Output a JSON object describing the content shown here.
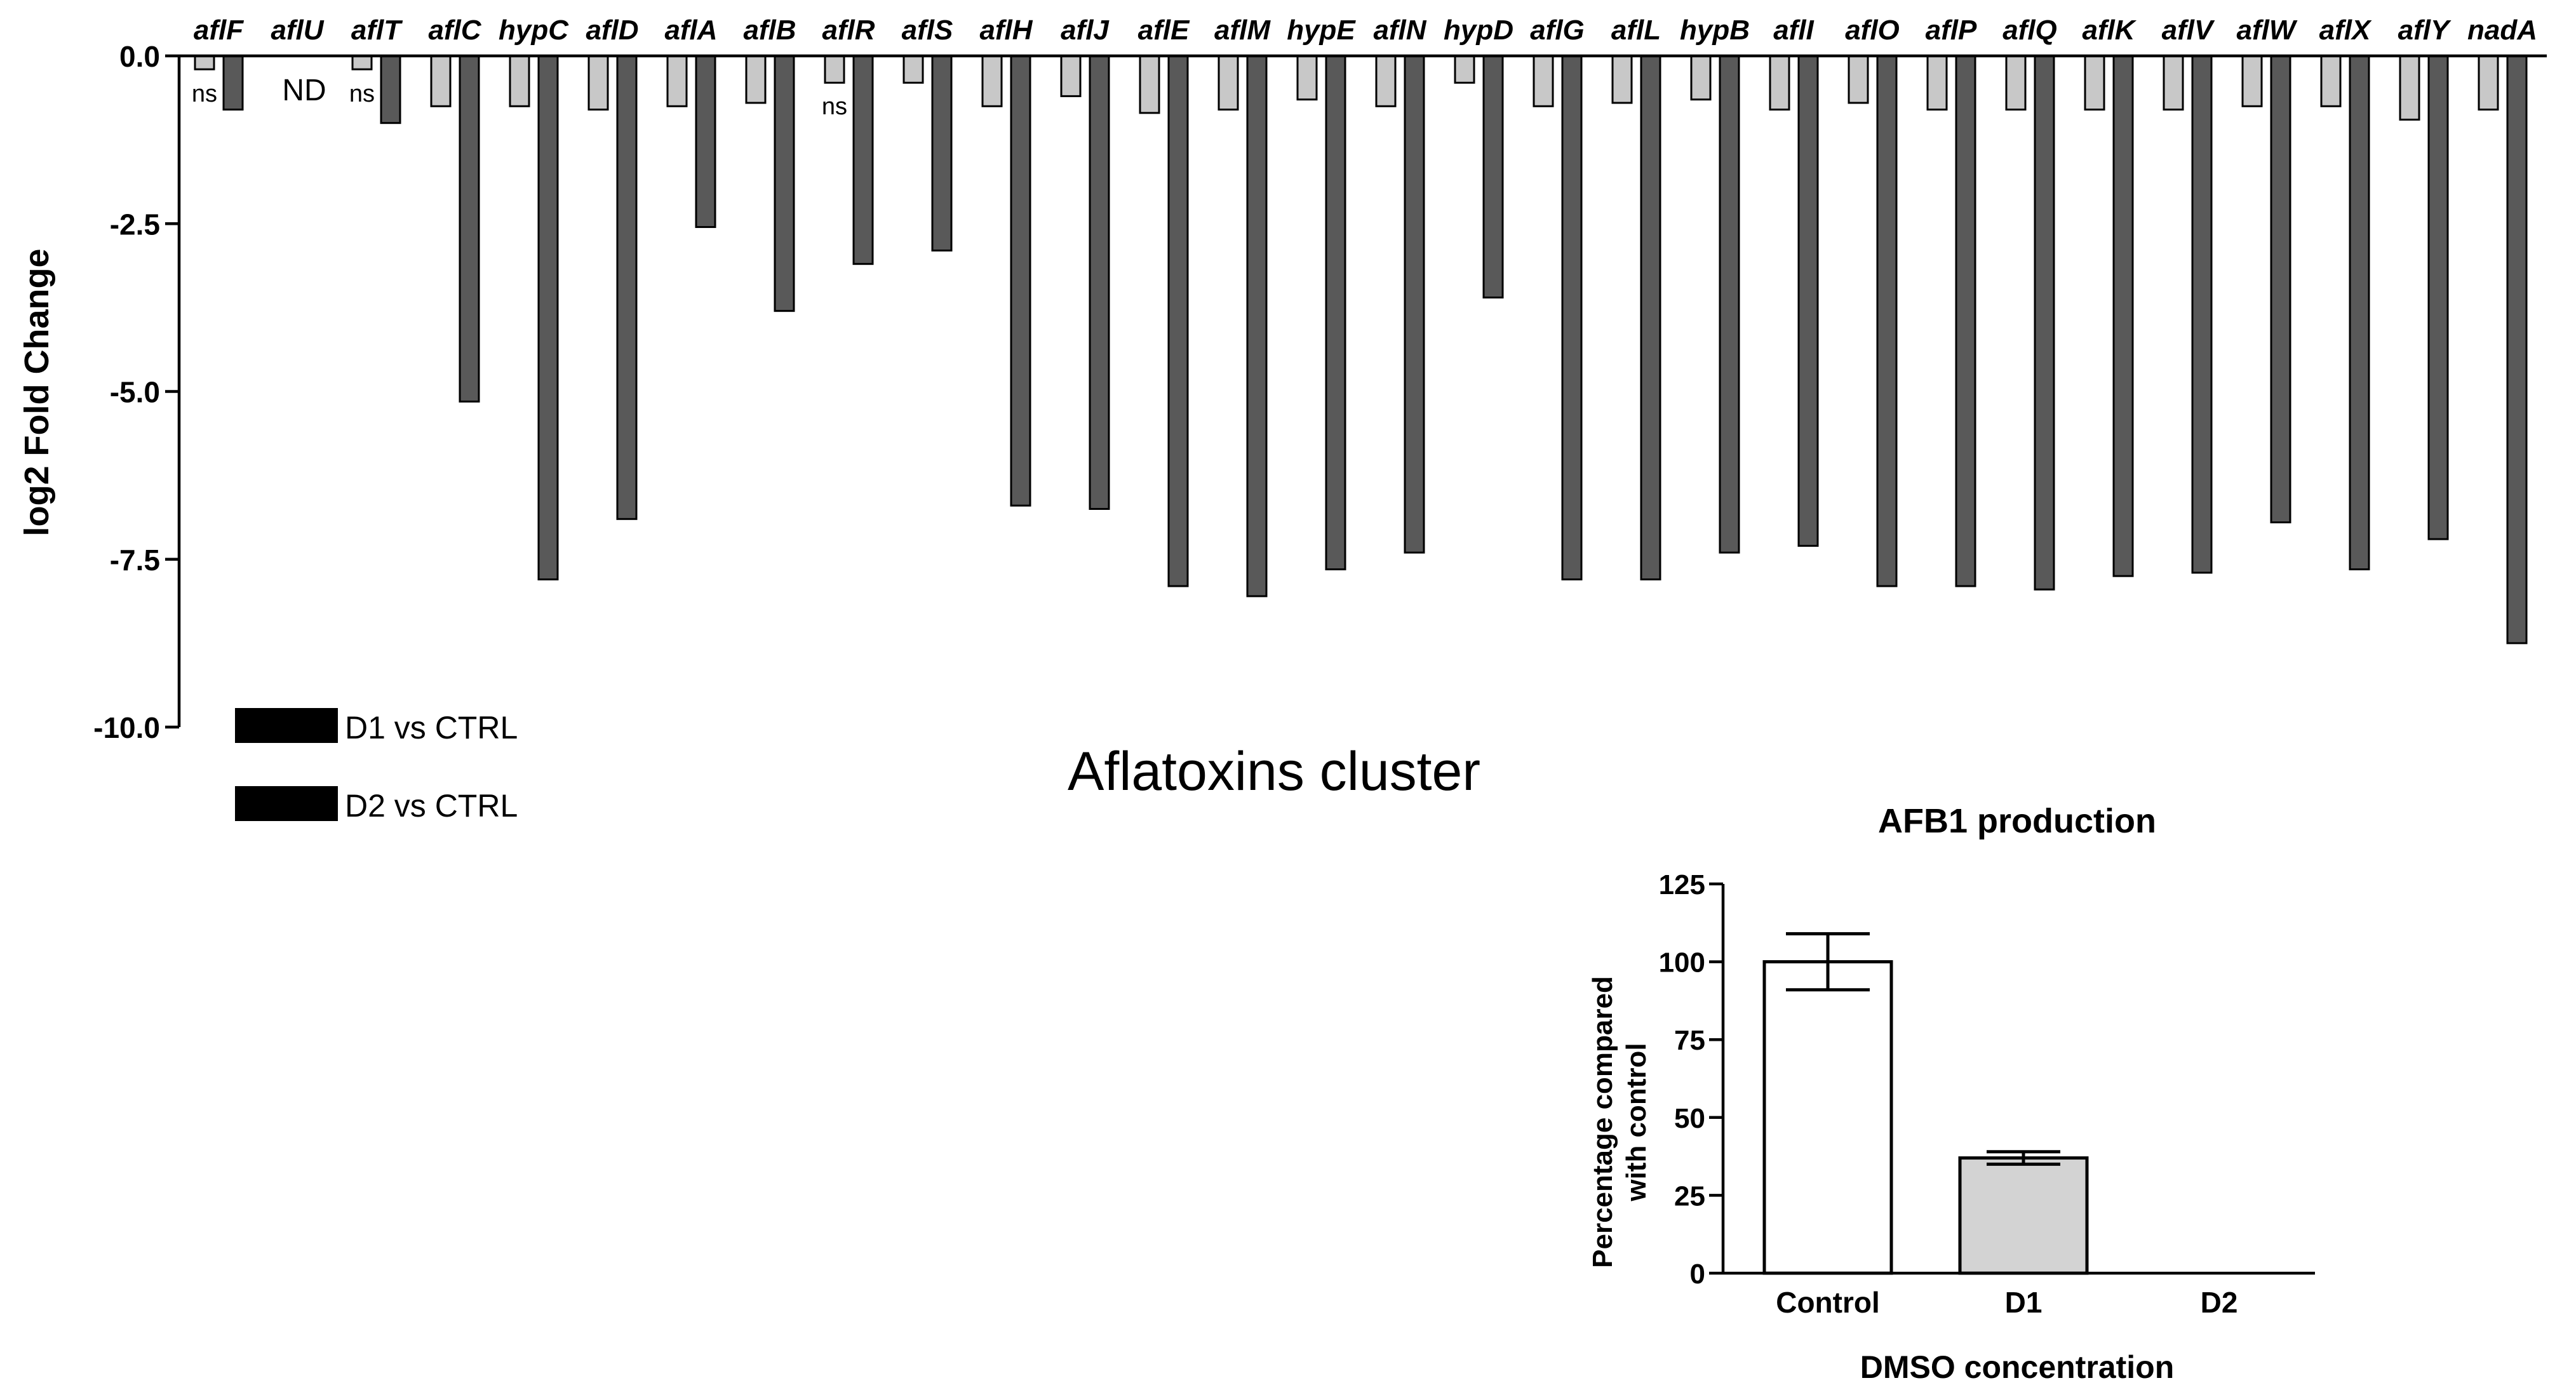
{
  "chart_data": [
    {
      "type": "bar",
      "title": "Aflatoxins cluster",
      "ylabel": "log2 Fold Change",
      "ylim": [
        -10,
        0
      ],
      "yticks": [
        "0.0",
        "-2.5",
        "-5.0",
        "-7.5",
        "-10.0"
      ],
      "ytick_values": [
        0,
        -2.5,
        -5,
        -7.5,
        -10
      ],
      "categories": [
        "aflF",
        "aflU",
        "aflT",
        "aflC",
        "hypC",
        "aflD",
        "aflA",
        "aflB",
        "aflR",
        "aflS",
        "aflH",
        "aflJ",
        "aflE",
        "aflM",
        "hypE",
        "aflN",
        "hypD",
        "aflG",
        "aflL",
        "hypB",
        "aflI",
        "aflO",
        "aflP",
        "aflQ",
        "aflK",
        "aflV",
        "aflW",
        "aflX",
        "aflY",
        "nadA"
      ],
      "series": [
        {
          "name": "D1 vs CTRL",
          "color": "#c8c8c8",
          "values": [
            -0.2,
            null,
            -0.2,
            -0.75,
            -0.75,
            -0.8,
            -0.75,
            -0.7,
            -0.4,
            -0.4,
            -0.75,
            -0.6,
            -0.85,
            -0.8,
            -0.65,
            -0.75,
            -0.4,
            -0.75,
            -0.7,
            -0.65,
            -0.8,
            -0.7,
            -0.8,
            -0.8,
            -0.8,
            -0.8,
            -0.75,
            -0.75,
            -0.95,
            -0.8
          ]
        },
        {
          "name": "D2 vs CTRL",
          "color": "#595959",
          "values": [
            -0.8,
            null,
            -1.0,
            -5.15,
            -7.8,
            -6.9,
            -2.55,
            -3.8,
            -3.1,
            -2.9,
            -6.7,
            -6.75,
            -7.9,
            -8.05,
            -7.65,
            -7.4,
            -3.6,
            -7.8,
            -7.8,
            -7.4,
            -7.3,
            -7.9,
            -7.9,
            -7.95,
            -7.75,
            -7.7,
            -6.95,
            -7.65,
            -7.2,
            -8.75
          ]
        }
      ],
      "annotations": [
        {
          "text": "ns",
          "category": "aflF"
        },
        {
          "text": "ND",
          "category": "aflU"
        },
        {
          "text": "ns",
          "category": "aflT"
        },
        {
          "text": "ns",
          "category": "aflR"
        }
      ],
      "legend": {
        "position": "bottom-left",
        "entries": [
          "D1 vs CTRL",
          "D2 vs CTRL"
        ]
      },
      "grid": false
    },
    {
      "type": "bar",
      "title": "AFB1 production",
      "xlabel": "DMSO concentration",
      "ylabel": [
        "Percentage compared",
        "with control"
      ],
      "ylim": [
        0,
        125
      ],
      "yticks": [
        "0",
        "25",
        "50",
        "75",
        "100",
        "125"
      ],
      "ytick_values": [
        0,
        25,
        50,
        75,
        100,
        125
      ],
      "categories": [
        "Control",
        "D1",
        "D2"
      ],
      "values": [
        100,
        37,
        0
      ],
      "errors": [
        9,
        2,
        0
      ],
      "colors": [
        "#ffffff",
        "#d3d3d3",
        "#ffffff"
      ],
      "grid": false
    }
  ]
}
